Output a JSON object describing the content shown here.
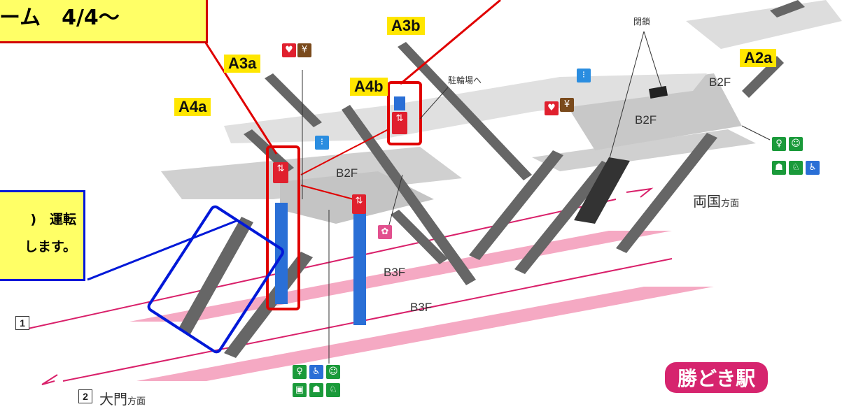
{
  "notices": {
    "top": "ーム　4/4～",
    "left_line1": ")　運転",
    "left_line2": "します。"
  },
  "exits": {
    "a3b": "A3b",
    "a3a": "A3a",
    "a4b": "A4b",
    "a4a": "A4a",
    "a2a": "A2a"
  },
  "floors": {
    "b2f_center": "B2F",
    "b2f_right": "B2F",
    "b2f_far_right": "B2F",
    "b3f_upper": "B3F",
    "b3f_lower": "B3F"
  },
  "labels": {
    "closed": "閉鎖",
    "bicycle_parking": "駐輪場へ"
  },
  "directions": {
    "ryogoku": {
      "main": "両国",
      "suffix": "方面"
    },
    "daimon": {
      "number": "2",
      "main": "大門",
      "suffix": "方面"
    }
  },
  "platform_1": "1",
  "station_name": "勝どき駅",
  "icons": {
    "toilet": "toilet-icon",
    "wheelchair": "wheelchair-icon",
    "baby": "baby-care-icon",
    "elevator": "elevator-icon",
    "info": "info-board-icon",
    "aed": "aed-icon",
    "atm": "atm-icon"
  },
  "colors": {
    "platform": "#f5a9c3",
    "track_line": "#d9206a",
    "concourse": "#cccccc",
    "highlight_red": "#e00000",
    "highlight_blue": "#0018d8",
    "exit_yellow": "#ffe600",
    "station_badge": "#d6246e"
  }
}
